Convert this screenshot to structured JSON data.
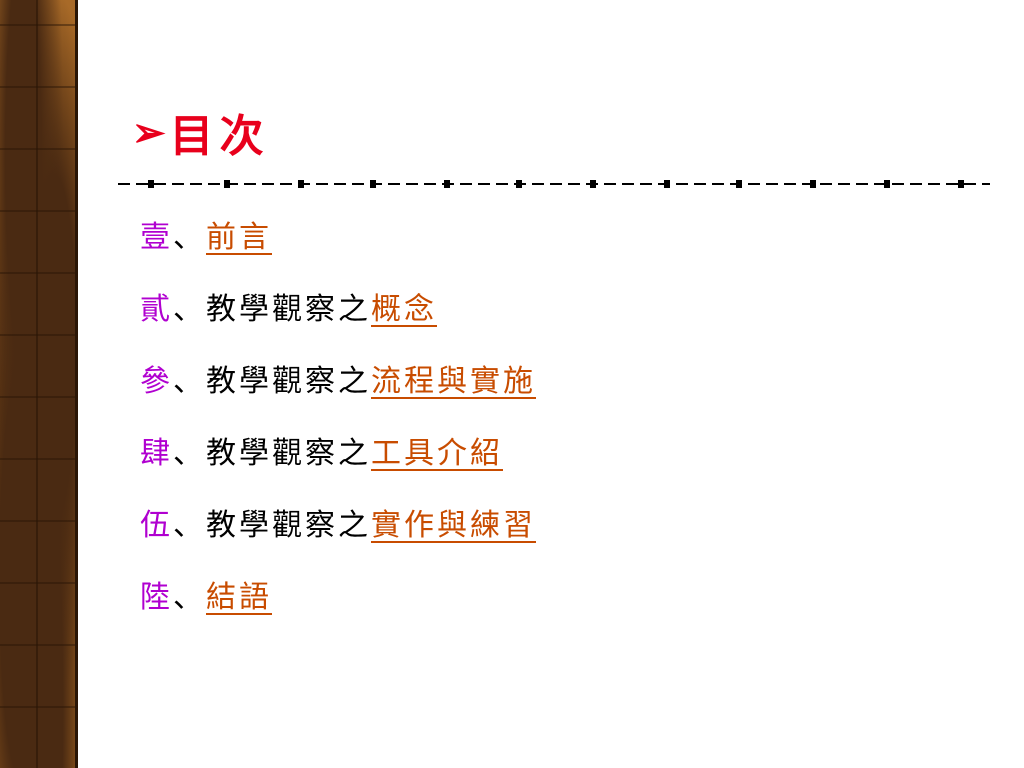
{
  "title": {
    "marker": "➢",
    "text": "目次"
  },
  "items": [
    {
      "num": "壹",
      "sep": "、",
      "prefix": "",
      "link": "前言"
    },
    {
      "num": "貳",
      "sep": "、",
      "prefix": "教學觀察之",
      "link": "概念"
    },
    {
      "num": "參",
      "sep": "、",
      "prefix": "教學觀察之",
      "link": "流程與實施"
    },
    {
      "num": "肆",
      "sep": "、",
      "prefix": "教學觀察之",
      "link": "工具介紹"
    },
    {
      "num": "伍",
      "sep": "、",
      "prefix": "教學觀察之",
      "link": "實作與練習"
    },
    {
      "num": "陸",
      "sep": "、",
      "prefix": "",
      "link": "結語"
    }
  ],
  "colors": {
    "title": "#e8001c",
    "number": "#b000d0",
    "link": "#c84c00",
    "strip": "#8a5218"
  }
}
